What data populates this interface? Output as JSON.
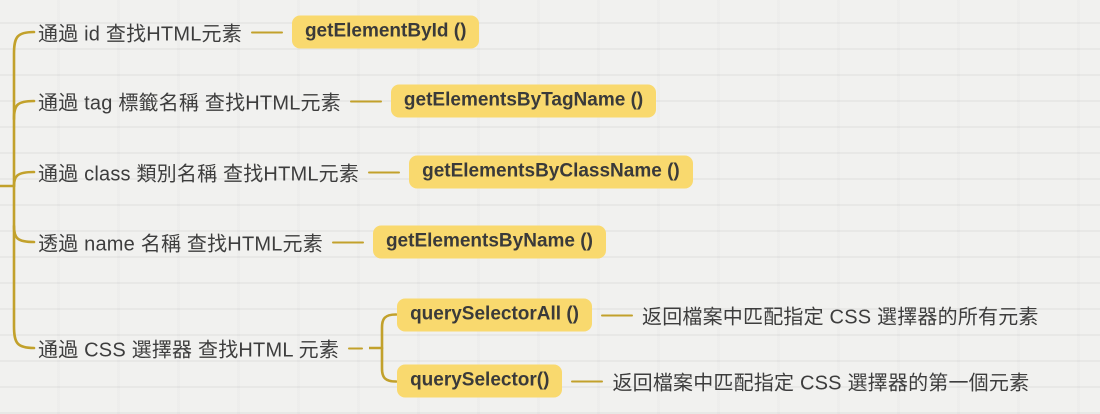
{
  "mindmap": {
    "branches": [
      {
        "label": "通過 id 查找HTML元素",
        "method": "getElementById ()"
      },
      {
        "label": "通過 tag 標籤名稱 查找HTML元素",
        "method": "getElementsByTagName ()"
      },
      {
        "label": "通過 class 類別名稱 查找HTML元素",
        "method": "getElementsByClassName ()"
      },
      {
        "label": "透過 name 名稱 查找HTML元素",
        "method": "getElementsByName ()"
      },
      {
        "label": "通過 CSS 選擇器 查找HTML 元素",
        "children": [
          {
            "method": "querySelectorAll ()",
            "description": "返回檔案中匹配指定 CSS 選擇器的所有元素"
          },
          {
            "method": "querySelector()",
            "description": "返回檔案中匹配指定 CSS 選擇器的第一個元素"
          }
        ]
      }
    ],
    "colors": {
      "line": "#c2a12b",
      "topic_fill": "#f9d96e",
      "text": "#3d3d3d"
    }
  }
}
